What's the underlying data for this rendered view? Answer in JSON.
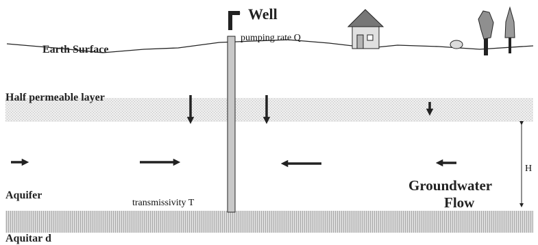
{
  "labels": {
    "well": "Well",
    "pumping_rate": "pumping rate Q",
    "earth_surface": "Earth Surface",
    "half_permeable_layer": "Half permeable layer",
    "aquifer": "Aquifer",
    "transmissivity": "transmissivity T",
    "aquitard": "Aquitar d",
    "thickness": "H",
    "groundwater_line1": "Groundwater",
    "groundwater_line2": "Flow"
  },
  "icons": {
    "house": "house-icon",
    "trees": "tree-icon",
    "rock": "rock-icon",
    "outlet": "bent-arrow-icon"
  },
  "colors": {
    "ink": "#222222",
    "well_casing": "#c8c8c8",
    "layer_fill": "#e2e2e2",
    "tree_canopy": "#8f8f8f"
  }
}
